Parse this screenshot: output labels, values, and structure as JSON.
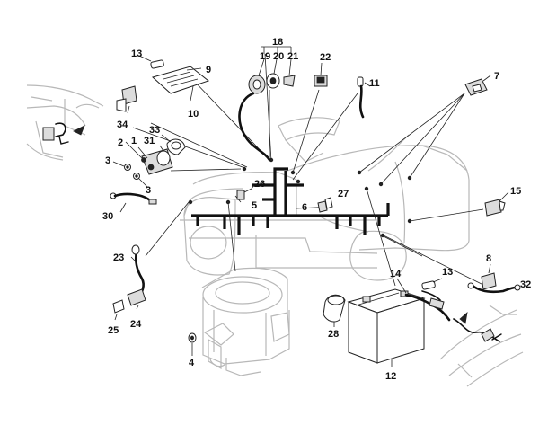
{
  "callouts": {
    "p1": "1",
    "p2": "2",
    "p3a": "3",
    "p3b": "3",
    "p4": "4",
    "p5": "5",
    "p6": "6",
    "p7": "7",
    "p8": "8",
    "p9": "9",
    "p10": "10",
    "p11": "11",
    "p12": "12",
    "p13a": "13",
    "p13b": "13",
    "p14": "14",
    "p15": "15",
    "p18": "18",
    "p19": "19",
    "p20": "20",
    "p21": "21",
    "p22": "22",
    "p23": "23",
    "p24": "24",
    "p25": "25",
    "p26": "26",
    "p27": "27",
    "p28": "28",
    "p30": "30",
    "p31": "31",
    "p32": "32",
    "p33": "33",
    "p34": "34"
  }
}
